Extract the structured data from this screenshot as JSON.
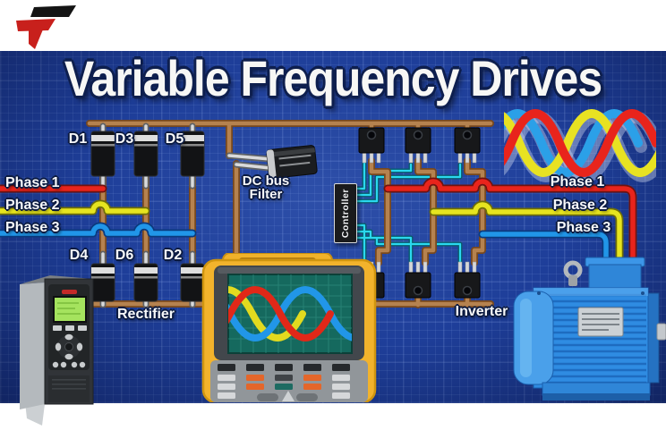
{
  "header": {
    "title": "Variable Frequency Drives",
    "logo": {
      "icon": "t-logo",
      "red": "#c8201c",
      "black": "#141414"
    }
  },
  "diagram": {
    "input_phases": [
      {
        "label": "Phase 1",
        "color": "#e8241c"
      },
      {
        "label": "Phase 2",
        "color": "#e6e41f"
      },
      {
        "label": "Phase 3",
        "color": "#2196e8"
      }
    ],
    "output_phases": [
      {
        "label": "Phase 1",
        "color": "#e8241c"
      },
      {
        "label": "Phase 2",
        "color": "#e6e41f"
      },
      {
        "label": "Phase 3",
        "color": "#2196e8"
      }
    ],
    "rectifier": {
      "label": "Rectifier",
      "diodes_top": [
        "D1",
        "D3",
        "D5"
      ],
      "diodes_bottom": [
        "D4",
        "D6",
        "D2"
      ]
    },
    "dc_bus_filter": {
      "label_line1": "DC bus",
      "label_line2": "Filter"
    },
    "controller": {
      "label": "Controller"
    },
    "inverter": {
      "label": "Inverter"
    },
    "wire_colors": {
      "dc_bus": "#b5824f",
      "gate_signal": "#2ad8ee",
      "component_lead": "#d9dadb"
    }
  },
  "devices": {
    "vfd_drive": {
      "icon": "vfd-drive-unit",
      "screen_color": "#a5e35e",
      "logo_color": "#c42a28"
    },
    "oscilloscope": {
      "icon": "handheld-oscilloscope",
      "body_color": "#f2b32c",
      "screen_color": "#15695e"
    },
    "motor": {
      "icon": "three-phase-motor",
      "body_color": "#2f8ce2"
    }
  },
  "background": {
    "color": "#1e3e99",
    "grid": "blueprint"
  },
  "footer": {
    "color": "#ffffff"
  }
}
